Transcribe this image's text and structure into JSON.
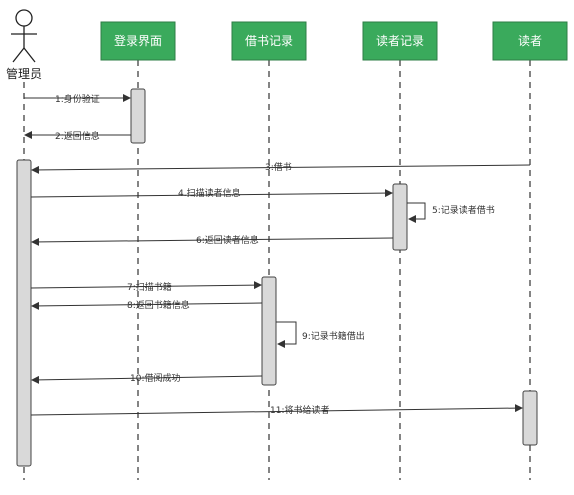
{
  "colors": {
    "participant_fill": "#3aaa5c",
    "participant_border": "#2e7d46",
    "activation_fill": "#d9d9d9",
    "activation_border": "#444444",
    "line": "#333333"
  },
  "actor": {
    "label": "管理员",
    "icon": "stick-figure-actor-icon"
  },
  "participants": [
    {
      "label": "登录界面"
    },
    {
      "label": "借书记录"
    },
    {
      "label": "读者记录"
    },
    {
      "label": "读者"
    }
  ],
  "messages": [
    {
      "label": "1:身份验证"
    },
    {
      "label": "2:返回信息"
    },
    {
      "label": "3:借书"
    },
    {
      "label": "4.扫描读者信息"
    },
    {
      "label": "5:记录读者借书"
    },
    {
      "label": "6:返回读者信息"
    },
    {
      "label": "7:扫描书籍"
    },
    {
      "label": "8:返回书籍信息"
    },
    {
      "label": "9:记录书籍借出"
    },
    {
      "label": "10:借阅成功"
    },
    {
      "label": "11:将书给读者"
    }
  ]
}
